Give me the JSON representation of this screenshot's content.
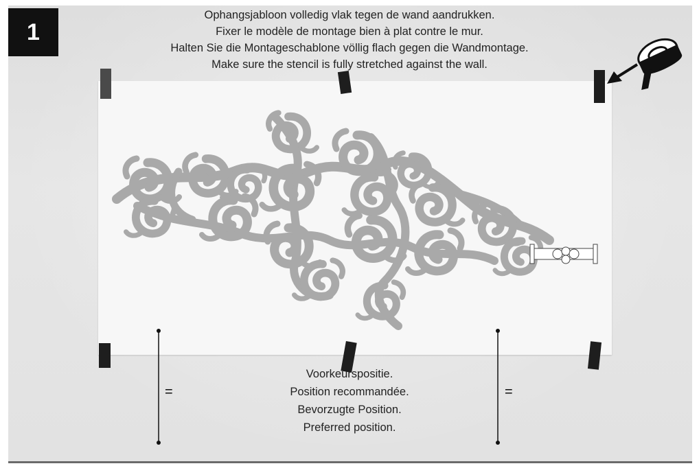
{
  "step": {
    "number": "1"
  },
  "instructions": {
    "lines": [
      "Ophangsjabloon volledig vlak tegen de wand aandrukken.",
      "Fixer le modèle de montage bien à plat contre le mur.",
      "Halten Sie die Montageschablone völlig flach gegen die Wandmontage.",
      "Make sure the stencil is fully stretched against the wall."
    ]
  },
  "position_note": {
    "lines": [
      "Voorkeurspositie.",
      "Position recommandée.",
      "Bevorzugte Position.",
      "Preferred position."
    ]
  },
  "spacing": {
    "left_symbol": "=",
    "right_symbol": "="
  },
  "icons": {
    "tape_roll": "tape-roll-icon",
    "arrow": "arrow-icon",
    "mounting_bracket": "wall-bracket-icon"
  },
  "colors": {
    "badge": "#111111",
    "stencil_pattern": "#a9a9a9",
    "tape": "#1e1e1e",
    "wall": "#e2e2e2",
    "sheet": "#f7f7f7"
  }
}
